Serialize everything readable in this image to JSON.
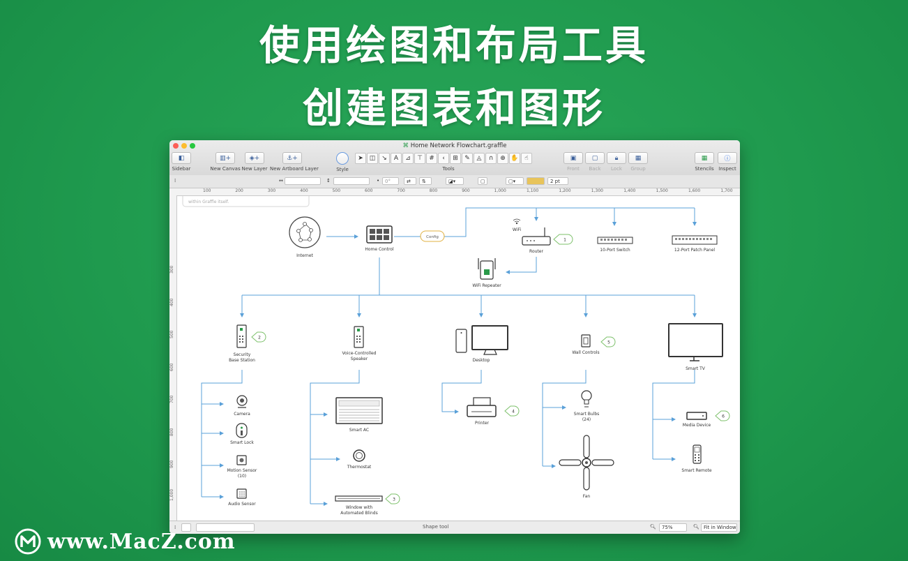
{
  "promo": {
    "line1": "使用绘图和布局工具",
    "line2": "创建图表和图形"
  },
  "watermark": {
    "text": "www.MacZ.com"
  },
  "window": {
    "title": "Home Network Flowchart.graffle",
    "toolbar": {
      "sidebar": "Sidebar",
      "new_canvas": "New Canvas",
      "new_layer": "New Layer",
      "new_artboard_layer": "New Artboard Layer",
      "style": "Style",
      "tools": "Tools",
      "front": "Front",
      "back": "Back",
      "lock": "Lock",
      "group": "Group",
      "stencils": "Stencils",
      "inspect": "Inspect"
    },
    "format_bar": {
      "rotation": "0°",
      "stroke_width": "2 pt"
    },
    "ruler_top": [
      "100",
      "200",
      "300",
      "400",
      "500",
      "600",
      "700",
      "800",
      "900",
      "1,000",
      "1,100",
      "1,200",
      "1,300",
      "1,400",
      "1,500",
      "1,600",
      "1,700"
    ],
    "ruler_left": [
      "300",
      "400",
      "500",
      "600",
      "700",
      "800",
      "900",
      "1,000"
    ],
    "note_text": "within Graffle itself.",
    "status": {
      "tool": "Shape tool",
      "zoom": "75%",
      "fit": "Fit in Window"
    }
  },
  "diagram": {
    "internet": "Internet",
    "home_control": "Home Control",
    "config": "Config",
    "wifi": "WiFi",
    "router": "Router",
    "switch": "10-Port Switch",
    "patch_panel": "12-Port Patch Panel",
    "wifi_repeater": "WiFi Repeater",
    "security_l1": "Security",
    "security_l2": "Base Station",
    "speaker_l1": "Voice-Controlled",
    "speaker_l2": "Speaker",
    "desktop": "Desktop",
    "wall_controls": "Wall Controls",
    "smart_tv": "Smart TV",
    "camera": "Camera",
    "smart_lock": "Smart Lock",
    "motion_l1": "Motion Sensor",
    "motion_l2": "(10)",
    "audio_sensor": "Audio Sensor",
    "smart_ac": "Smart AC",
    "thermostat": "Thermostat",
    "window_l1": "Window with",
    "window_l2": "Automated Blinds",
    "printer": "Printer",
    "bulbs_l1": "Smart Bulbs",
    "bulbs_l2": "(24)",
    "fan": "Fan",
    "media_device": "Media Device",
    "smart_remote": "Smart Remote",
    "callouts": [
      "1",
      "2",
      "3",
      "4",
      "5",
      "6"
    ]
  },
  "colors": {
    "connector": "#5aa0d8",
    "callout": "#7cc06a",
    "config_border": "#e0b040"
  }
}
